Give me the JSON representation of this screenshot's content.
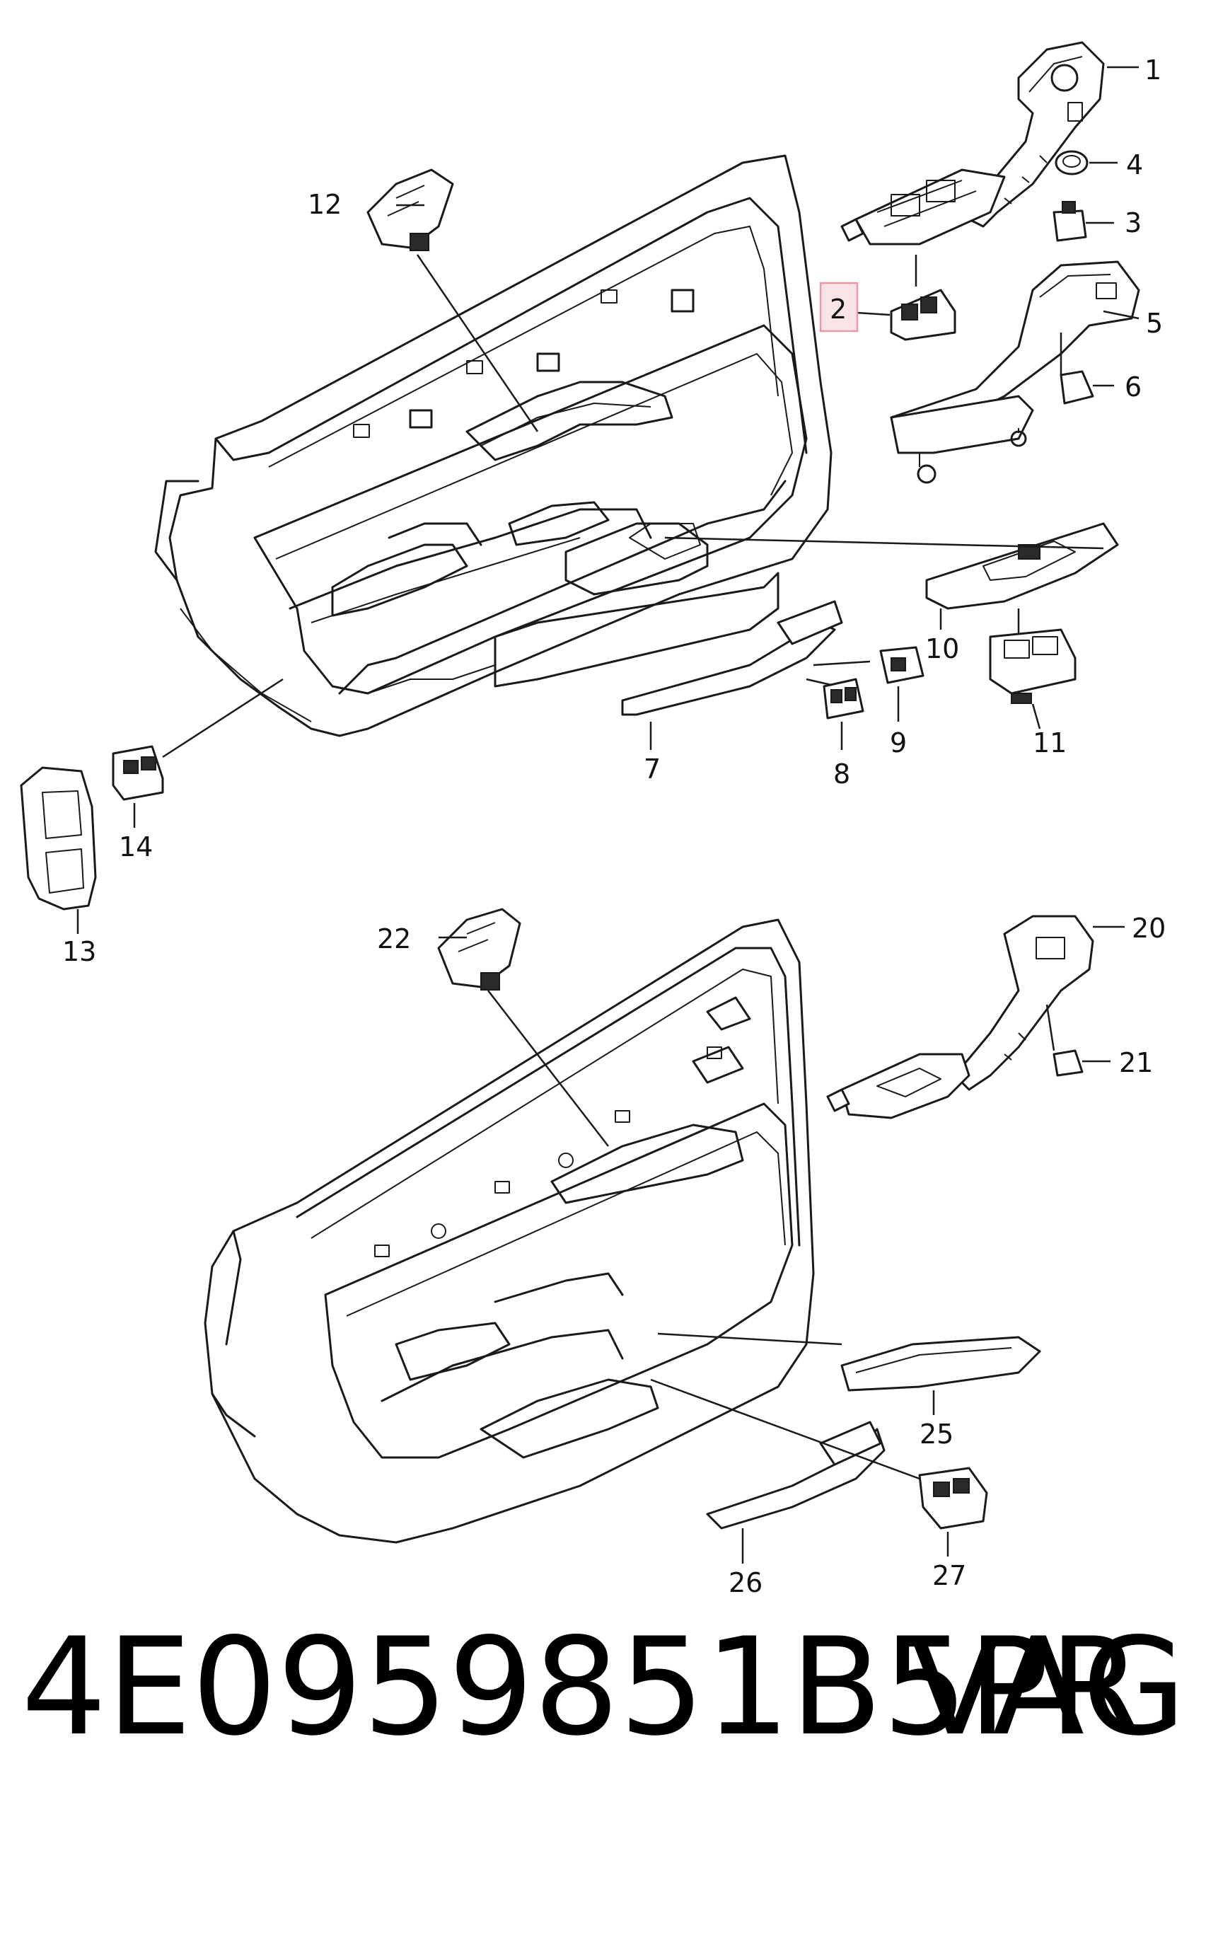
{
  "diagram": {
    "highlighted_label": "2",
    "highlight_color": "#e89aa4",
    "labels": [
      "1",
      "2",
      "3",
      "4",
      "5",
      "6",
      "7",
      "8",
      "9",
      "10",
      "11",
      "12",
      "13",
      "14",
      "20",
      "21",
      "22",
      "25",
      "26",
      "27"
    ]
  },
  "footer": {
    "part_number": "4E0959851B5PR",
    "brand": "VAG"
  }
}
